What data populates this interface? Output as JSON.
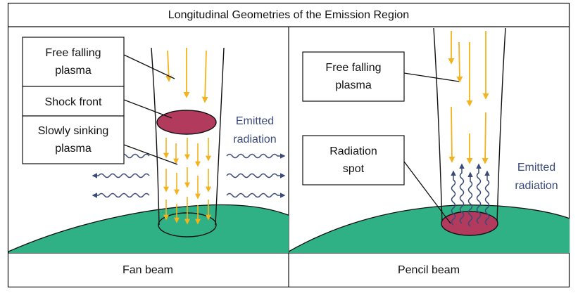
{
  "title": "Longitudinal Geometries of the Emission Region",
  "left_panel": {
    "caption": "Fan beam",
    "labels": {
      "free_falling_1": "Free falling",
      "free_falling_2": "plasma",
      "shock_front": "Shock front",
      "slowly_sinking_1": "Slowly sinking",
      "slowly_sinking_2": "plasma",
      "emitted_1": "Emitted",
      "emitted_2": "radiation"
    }
  },
  "right_panel": {
    "caption": "Pencil beam",
    "labels": {
      "free_falling_1": "Free falling",
      "free_falling_2": "plasma",
      "radiation_spot_1": "Radiation",
      "radiation_spot_2": "spot",
      "emitted_1": "Emitted",
      "emitted_2": "radiation"
    }
  },
  "colors": {
    "ground": "#2fb085",
    "hot_spot": "#b23a5c",
    "plasma_arrow": "#f2b31e",
    "radiation": "#3b4a7a",
    "outline": "#111111"
  },
  "icons": {
    "plasma_arrow": "down-arrow-icon",
    "radiation": "wavy-arrow-icon"
  }
}
